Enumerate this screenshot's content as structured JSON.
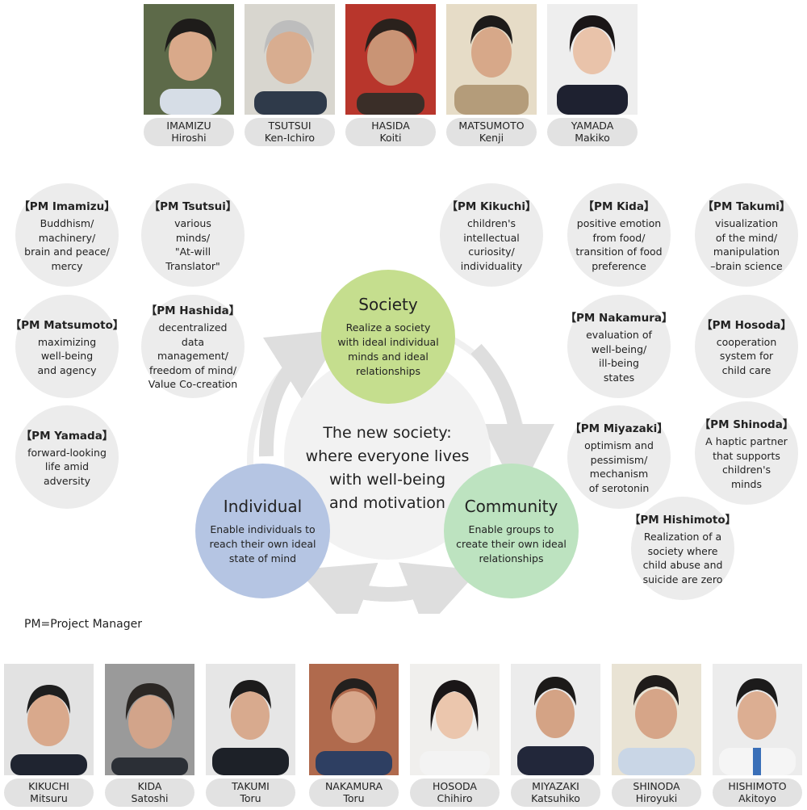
{
  "top_people": [
    {
      "last": "IMAMIZU",
      "first": "Hiroshi"
    },
    {
      "last": "TSUTSUI",
      "first": "Ken-Ichiro"
    },
    {
      "last": "HASIDA",
      "first": "Koiti"
    },
    {
      "last": "MATSUMOTO",
      "first": "Kenji"
    },
    {
      "last": "YAMADA",
      "first": "Makiko"
    }
  ],
  "bottom_people": [
    {
      "last": "KIKUCHI",
      "first": "Mitsuru"
    },
    {
      "last": "KIDA",
      "first": "Satoshi"
    },
    {
      "last": "TAKUMI",
      "first": "Toru"
    },
    {
      "last": "NAKAMURA",
      "first": "Toru"
    },
    {
      "last": "HOSODA",
      "first": "Chihiro"
    },
    {
      "last": "MIYAZAKI",
      "first": "Katsuhiko"
    },
    {
      "last": "SHINODA",
      "first": "Hiroyuki"
    },
    {
      "last": "HISHIMOTO",
      "first": "Akitoyo"
    }
  ],
  "pm_bubbles": [
    {
      "pm": "【PM Imamizu】",
      "desc": "Buddhism/\nmachinery/\nbrain and peace/\nmercy"
    },
    {
      "pm": "【PM Tsutsui】",
      "desc": "various\nminds/\n\"At-will\nTranslator\""
    },
    {
      "pm": "【PM Matsumoto】",
      "desc": "maximizing\nwell-being\nand agency"
    },
    {
      "pm": "【PM Hashida】",
      "desc": "decentralized data\nmanagement/\nfreedom of mind/\nValue Co-creation"
    },
    {
      "pm": "【PM Yamada】",
      "desc": "forward-looking\nlife amid\nadversity"
    },
    {
      "pm": "【PM Kikuchi】",
      "desc": "children's\nintellectual\ncuriosity/\nindividuality"
    },
    {
      "pm": "【PM Kida】",
      "desc": "positive emotion\nfrom food/\ntransition of food\npreference"
    },
    {
      "pm": "【PM Takumi】",
      "desc": "visualization\nof the mind/\nmanipulation\n–brain science"
    },
    {
      "pm": "【PM Nakamura】",
      "desc": "evaluation of\nwell-being/\nill-being\nstates"
    },
    {
      "pm": "【PM Hosoda】",
      "desc": "cooperation\nsystem for\nchild care"
    },
    {
      "pm": "【PM Miyazaki】",
      "desc": "optimism and\npessimism/\nmechanism\nof serotonin"
    },
    {
      "pm": "【PM Shinoda】",
      "desc": "A haptic partner\nthat supports\nchildren's\nminds"
    },
    {
      "pm": "【PM Hishimoto】",
      "desc": "Realization of a\nsociety where\nchild abuse and\nsuicide are zero"
    }
  ],
  "center": {
    "text": "The new society:\nwhere everyone lives\nwith well-being\nand motivation"
  },
  "nodes": {
    "society": {
      "title": "Society",
      "text": "Realize a society\nwith ideal individual\nminds and ideal\nrelationships",
      "color": "#c5de8e"
    },
    "individual": {
      "title": "Individual",
      "text": "Enable individuals to\nreach their own ideal\nstate of mind",
      "color": "#b5c5e3"
    },
    "community": {
      "title": "Community",
      "text": "Enable groups to\ncreate their own ideal\nrelationships",
      "color": "#bde3c0"
    }
  },
  "note": "PM=Project Manager",
  "colors": {
    "bubble": "#ececec",
    "pill": "#e2e2e2",
    "arrow": "#dedede"
  }
}
